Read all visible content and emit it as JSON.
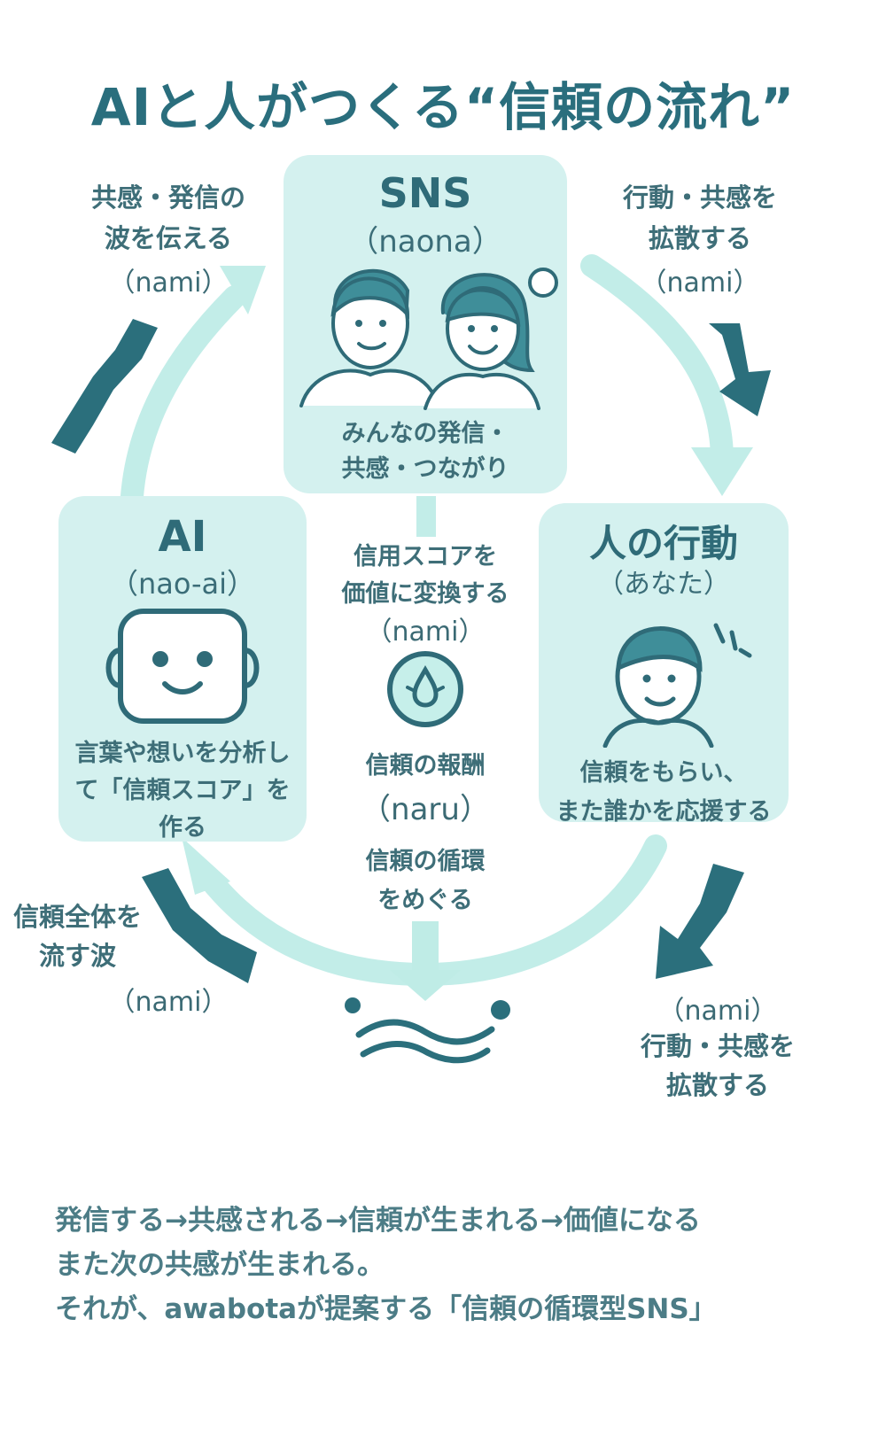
{
  "title": "AIと人がつくる“信頼の流れ”",
  "sns": {
    "title": "SNS",
    "subtitle": "（naona）",
    "desc_line1": "みんなの発信・",
    "desc_line2": "共感・つながり"
  },
  "ai": {
    "title": "AI",
    "subtitle": "（nao-ai）",
    "desc_line1": "言葉や想いを分析し",
    "desc_line2": "て「信頼スコア」を",
    "desc_line3": "作る"
  },
  "human": {
    "title": "人の行動",
    "subtitle": "（あなた）",
    "desc_line1": "信頼をもらい、",
    "desc_line2": "また誰かを応援する"
  },
  "center": {
    "convert_line1": "信用スコアを",
    "convert_line2": "価値に変換する",
    "convert_nami": "（nami）",
    "reward": "信頼の報酬",
    "reward_naru": "（naru）",
    "cycle_line1": "信頼の循環",
    "cycle_line2": "をめぐる"
  },
  "top_left": {
    "line1": "共感・発信の",
    "line2": "波を伝える",
    "nami": "（nami）"
  },
  "top_right": {
    "line1": "行動・共感を",
    "line2": "拡散する",
    "nami": "（nami）"
  },
  "bottom_left": {
    "line1": "信頼全体を",
    "line2": "流す波",
    "nami": "（nami）"
  },
  "bottom_right": {
    "nami": "（nami）",
    "line1": "行動・共感を",
    "line2": "拡散する"
  },
  "footer": {
    "line1": "発信する→共感される→信頼が生まれる→価値になる",
    "line2": "また次の共感が生まれる。",
    "line3": "それが、awabotaが提案する「信頼の循環型SNS」"
  },
  "colors": {
    "title": "#2a6e7d",
    "card": "#d4f1ef",
    "ring": "#c2ede8",
    "dark_arrow": "#2b6f7c",
    "icon_stroke": "#2f6b78"
  }
}
